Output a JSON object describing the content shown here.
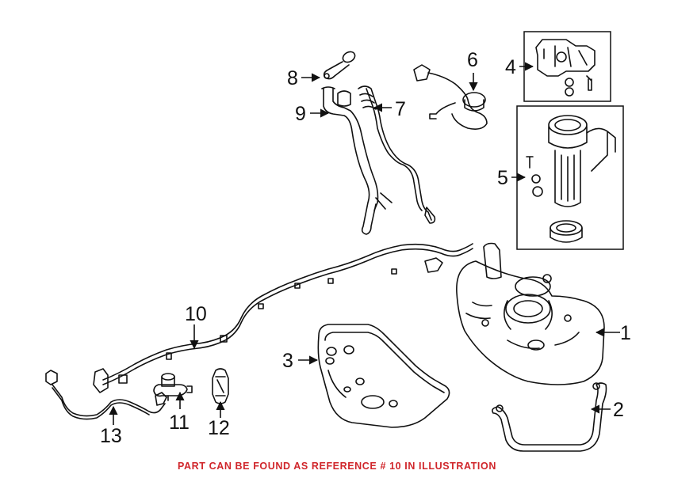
{
  "footer_note": "PART CAN BE FOUND AS REFERENCE # 10 IN ILLUSTRATION",
  "colors": {
    "line": "#111111",
    "note": "#d0262b",
    "background": "#ffffff"
  },
  "callouts": {
    "c1": "1",
    "c2": "2",
    "c3": "3",
    "c4": "4",
    "c5": "5",
    "c6": "6",
    "c7": "7",
    "c8": "8",
    "c9": "9",
    "c10": "10",
    "c11": "11",
    "c12": "12",
    "c13": "13"
  }
}
